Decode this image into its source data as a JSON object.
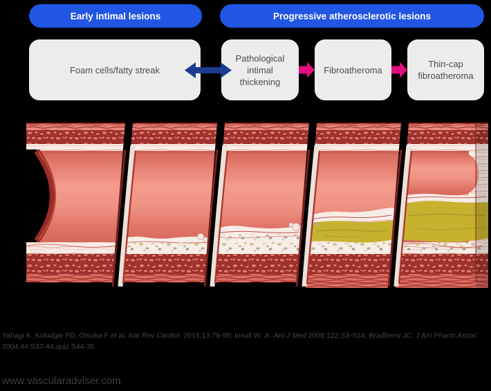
{
  "header": {
    "pills": [
      {
        "label": "Early intimal lesions"
      },
      {
        "label": "Progressive atherosclerotic lesions"
      }
    ]
  },
  "flow": {
    "boxes": [
      {
        "label": "Foam cells/fatty streak"
      },
      {
        "label": "Pathological intimal thickening"
      },
      {
        "label": "Fibroatheroma"
      },
      {
        "label": "Thin-cap fibroatheroma"
      }
    ],
    "arrows": [
      {
        "type": "double-headed",
        "color": "#1b3c8f"
      },
      {
        "type": "right",
        "color": "#e40f7e"
      },
      {
        "type": "right",
        "color": "#e40f7e"
      }
    ]
  },
  "illustration": {
    "description": "Artery cutaway in five progressive segments",
    "colors": {
      "wall_red": "#a23330",
      "pebble_salmon": "#df7468",
      "lumen_salmon": "#ee9182",
      "intima_cream": "#f7ece6",
      "lipid_core_yellow": "#c7b230"
    }
  },
  "footer": {
    "citation_segments": [
      {
        "text": "Yahagi K, Kolodgie FD, Otsuka F ",
        "italic": false
      },
      {
        "text": "et al, Nat Rev Cardiol,",
        "italic": true
      },
      {
        "text": " 2016;13:79-98; Insull W, Jr. ",
        "italic": false
      },
      {
        "text": "Am J Med",
        "italic": true
      },
      {
        "text": " 2009;122:S3-S14; Bradberry JC. ",
        "italic": false
      },
      {
        "text": "J Am Pharm Assoc",
        "italic": true
      },
      {
        "text": " 2004;44:S37-44;quiz S44-35",
        "italic": false
      }
    ],
    "website": "www.vascularadviser.com"
  },
  "colors": {
    "background": "#000000",
    "pill_blue": "#2156e3",
    "pill_text": "#ffffff",
    "box_gray": "#ececec",
    "box_text": "#4c4c52",
    "arrow_navy": "#1b3c8f",
    "arrow_pink": "#e40f7e",
    "citation_text": "#45454d"
  }
}
